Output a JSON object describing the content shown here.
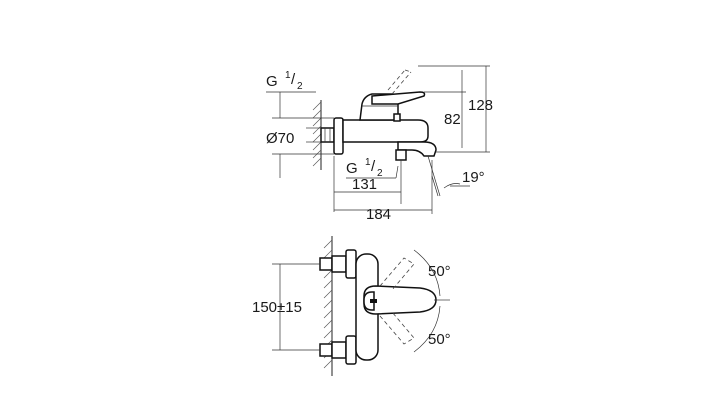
{
  "side_view": {
    "thread_top": {
      "prefix": "G ",
      "sup": "1",
      "sub": "2"
    },
    "diameter_label": "Ø70",
    "dim_82": "82",
    "dim_128": "128",
    "thread_bottom": {
      "prefix": "G ",
      "sup": "1",
      "sub": "2"
    },
    "dim_131": "131",
    "angle_19": "19°",
    "dim_184": "184"
  },
  "front_view": {
    "dim_150": "150±15",
    "angle_top": "50°",
    "angle_bottom": "50°"
  }
}
